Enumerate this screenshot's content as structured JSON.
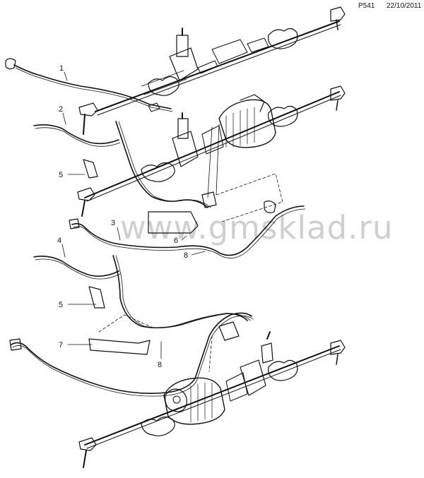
{
  "header": {
    "page_code": "P541",
    "date": "22/10/2011"
  },
  "watermark": "www.gmsklad.ru",
  "callouts": [
    {
      "id": "c1",
      "number": "1"
    },
    {
      "id": "c2",
      "number": "2"
    },
    {
      "id": "c5a",
      "number": "5"
    },
    {
      "id": "c3",
      "number": "3"
    },
    {
      "id": "c6",
      "number": "6"
    },
    {
      "id": "c8a",
      "number": "8"
    },
    {
      "id": "c4",
      "number": "4"
    },
    {
      "id": "c5b",
      "number": "5"
    },
    {
      "id": "c7",
      "number": "7"
    },
    {
      "id": "c8b",
      "number": "8"
    }
  ]
}
